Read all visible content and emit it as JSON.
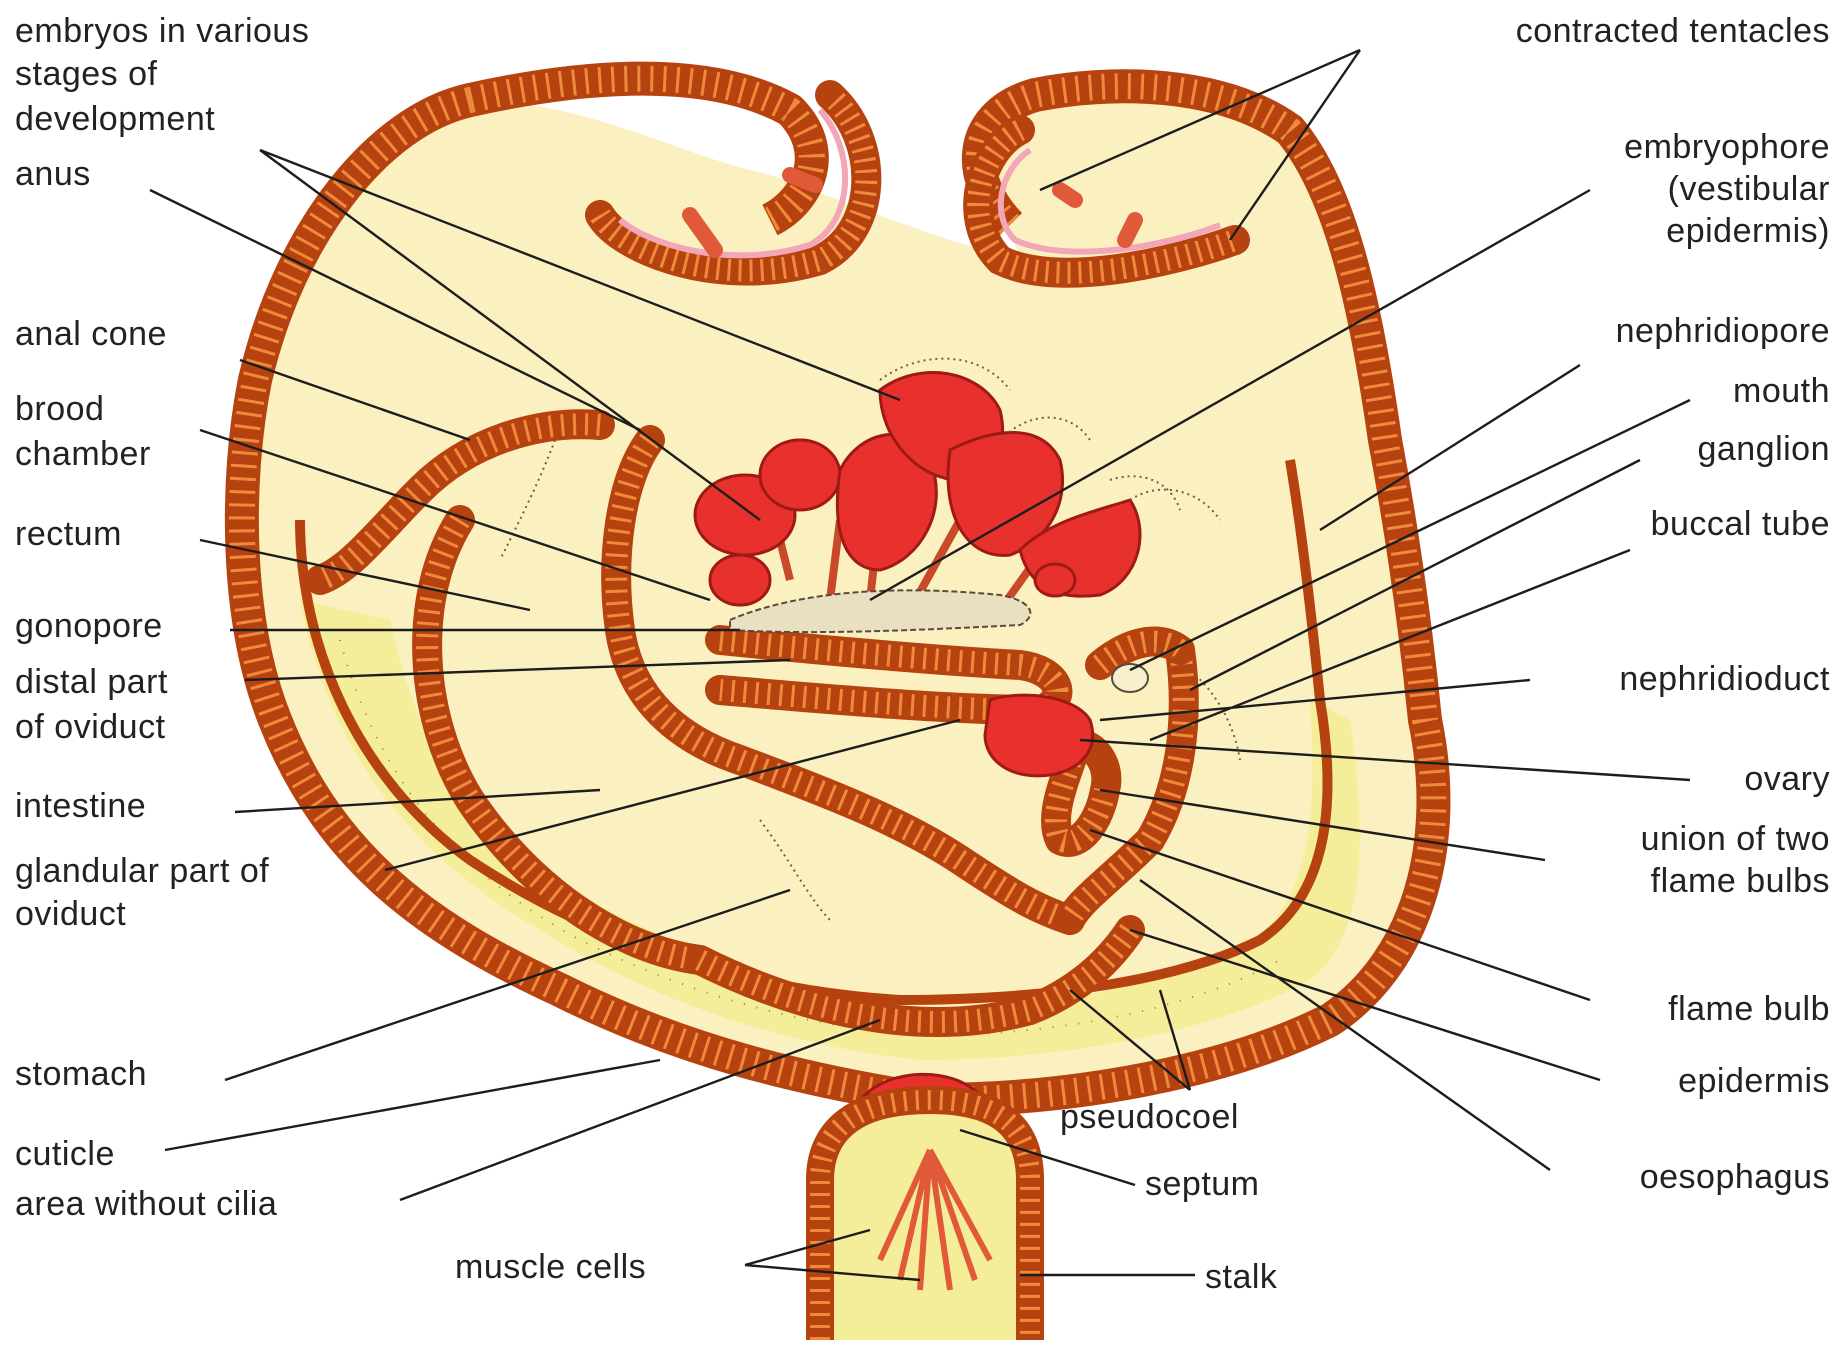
{
  "labels_left": [
    "embryos in various",
    "stages of",
    "development",
    "anus",
    "anal cone",
    "brood",
    "chamber",
    "rectum",
    "gonopore",
    "distal part",
    "of oviduct",
    "intestine",
    "glandular part of",
    "oviduct",
    "stomach",
    "cuticle",
    "area without cilia"
  ],
  "labels_right": [
    "contracted tentacles",
    "embryophore",
    "(vestibular",
    "epidermis)",
    "nephridiopore",
    "mouth",
    "ganglion",
    "buccal tube",
    "nephridioduct",
    "ovary",
    "union of two",
    "flame bulbs",
    "flame bulb",
    "epidermis",
    "oesophagus"
  ],
  "labels_bottom": [
    "pseudocoel",
    "septum",
    "muscle cells",
    "stalk"
  ],
  "colors": {
    "body_fill": "#fbf0bf",
    "pseudocoel_fill": "#f4ee9a",
    "wall": "#b5420f",
    "wall_cells": "#ef8a3c",
    "embryo": "#e8312c",
    "tentacle_inner": "#f2a6b8",
    "label_text": "#222222"
  }
}
